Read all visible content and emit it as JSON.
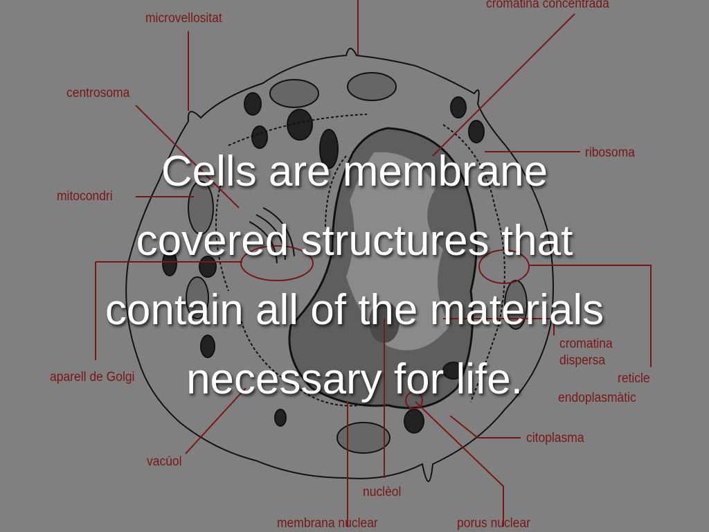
{
  "slide": {
    "headline_lines": [
      "Cells are membrane",
      "covered structures that",
      "contain all of the materials",
      "necessary for life."
    ]
  },
  "diagram": {
    "labels": {
      "microvellositat": "microvellositat",
      "cromatina_concentrada": "cromatina concentrada",
      "centrosoma": "centrosoma",
      "ribosoma": "ribosoma",
      "mitocondri": "mitocondri",
      "cromatina_dispersa_1": "cromatina",
      "cromatina_dispersa_2": "dispersa",
      "aparell_de_golgi": "aparell de Golgi",
      "reticle_1": "reticle",
      "reticle_2": "endoplasmàtic",
      "vacuol": "vacúol",
      "citoplasma": "citoplasma",
      "nucleol": "nuclèol",
      "membrana_nuclear": "membrana nuclear",
      "porus_nuclear": "porus nuclear"
    },
    "colors": {
      "background": "#808080",
      "label": "#7a1616",
      "outline": "#111111",
      "nucleus": "#5e5e5e"
    }
  }
}
